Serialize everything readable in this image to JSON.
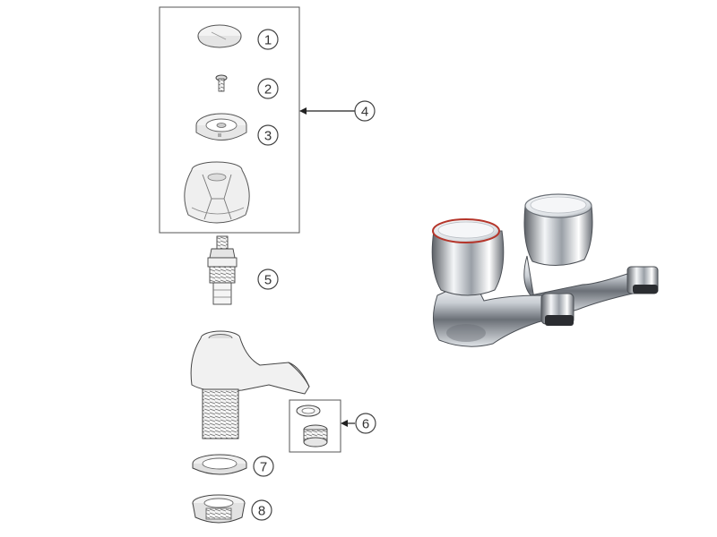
{
  "diagram": {
    "callouts": [
      {
        "number": "1",
        "part": "cap"
      },
      {
        "number": "2",
        "part": "screw"
      },
      {
        "number": "3",
        "part": "handle-insert"
      },
      {
        "number": "4",
        "part": "handle-assembly"
      },
      {
        "number": "5",
        "part": "valve-cartridge"
      },
      {
        "number": "6",
        "part": "aerator-kit"
      },
      {
        "number": "7",
        "part": "washer"
      },
      {
        "number": "8",
        "part": "back-nut"
      }
    ]
  },
  "colors": {
    "line": "#4a4a4a",
    "part_fill": "#f2f2f2",
    "chrome_dark": "#5a5d63",
    "chrome_light": "#e9ecef",
    "hot_ring": "#b5352a"
  }
}
